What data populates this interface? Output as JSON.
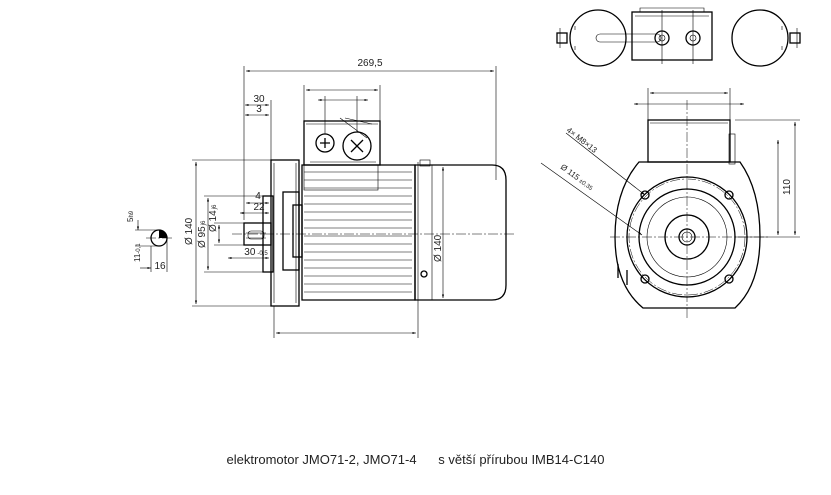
{
  "caption": {
    "model": "elektromotor JMO71-2, JMO71-4",
    "variant": "s větší přírubou IMB14-C140"
  },
  "dimensions": {
    "overall_length": "269,5",
    "flange_thick": "30",
    "flange_offset": "3",
    "key_len": "4",
    "shaft_len": "22",
    "shaft_dia": "Ø 14",
    "shaft_dia_fit": "j6",
    "spigot_dia": "Ø 95",
    "spigot_fit": "j6",
    "flange_dia": "Ø 140",
    "shaft_to_face": "30",
    "shaft_to_face_tol": "-0,5",
    "key_height": "5",
    "key_height_fit": "h9",
    "key_depth": "11",
    "key_depth_fit": "-0,1",
    "shaft_section_width": "16",
    "body_dia": "Ø 140",
    "bolt_holes": "4× M8×13",
    "pcd": "Ø 115",
    "pcd_tol": "±0,35",
    "terminal_height": "110"
  }
}
